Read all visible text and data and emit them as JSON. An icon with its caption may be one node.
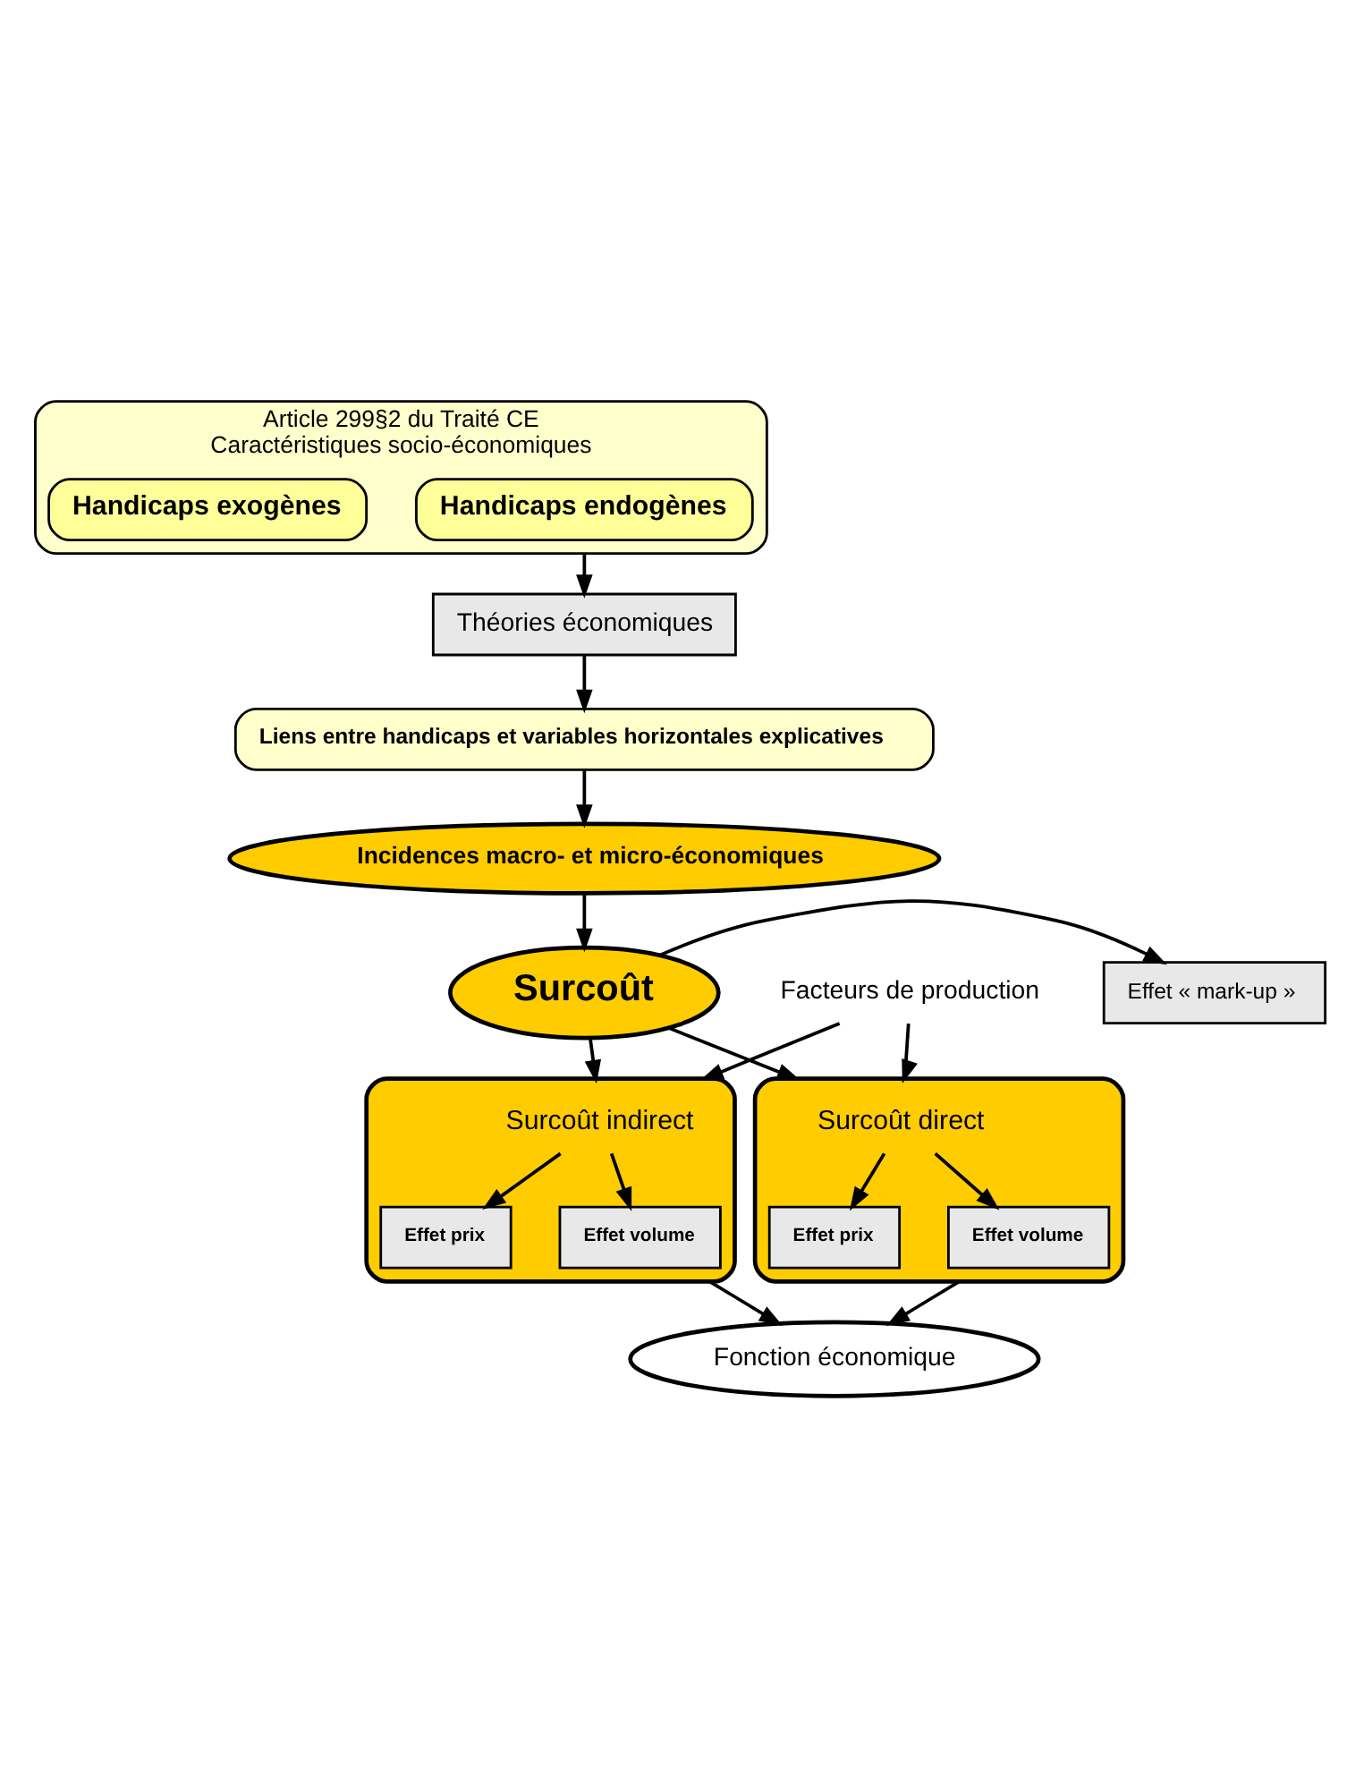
{
  "diagram": {
    "nodes": [
      {
        "text": [
          "Article 299§2 du Traité CE",
          "Caractéristiques socio-économiques"
        ]
      },
      {
        "text": [
          "Handicaps exogènes"
        ],
        "in": 0
      },
      {
        "text": [
          "Handicaps endogènes"
        ],
        "in": 0
      },
      {
        "text": [
          "Théories économiques"
        ]
      },
      {
        "text": [
          "Liens entre handicaps et variables horizontales explicatives"
        ]
      },
      {
        "text": [
          "Incidences macro- et micro-économiques"
        ]
      },
      {
        "text": [
          "Surcoût"
        ]
      },
      {
        "text": [
          "Effet « mark-up »"
        ]
      },
      {
        "text": [
          "Facteurs de production"
        ]
      },
      {
        "text": [
          "Surcoût indirect"
        ]
      },
      {
        "text": [
          "Effet prix"
        ],
        "in": 9
      },
      {
        "text": [
          "Effet volume"
        ],
        "in": 9
      },
      {
        "text": [
          "Surcoût direct"
        ]
      },
      {
        "text": [
          "Effet prix"
        ],
        "in": 12
      },
      {
        "text": [
          "Effet volume"
        ],
        "in": 12
      },
      {
        "text": [
          "Fonction économique"
        ]
      }
    ],
    "edges": [
      {
        "from": 0,
        "to": 3,
        "arrow": "to"
      },
      {
        "from": 3,
        "to": 4,
        "arrow": "to"
      },
      {
        "from": 4,
        "to": 5,
        "arrow": "to"
      },
      {
        "from": 5,
        "to": 6,
        "arrow": "to"
      },
      {
        "from": 6,
        "to": 7,
        "arrow": "to"
      },
      {
        "from": 6,
        "to": 9,
        "arrow": "to"
      },
      {
        "from": 6,
        "to": 12,
        "arrow": "to"
      },
      {
        "from": 8,
        "to": 9,
        "arrow": "to"
      },
      {
        "from": 8,
        "to": 12,
        "arrow": "to"
      },
      {
        "from": 9,
        "to": 10,
        "arrow": "to"
      },
      {
        "from": 9,
        "to": 11,
        "arrow": "to"
      },
      {
        "from": 12,
        "to": 13,
        "arrow": "to"
      },
      {
        "from": 12,
        "to": 14,
        "arrow": "to"
      },
      {
        "from": 9,
        "to": 15,
        "arrow": "to"
      },
      {
        "from": 12,
        "to": 15,
        "arrow": "to"
      }
    ]
  }
}
